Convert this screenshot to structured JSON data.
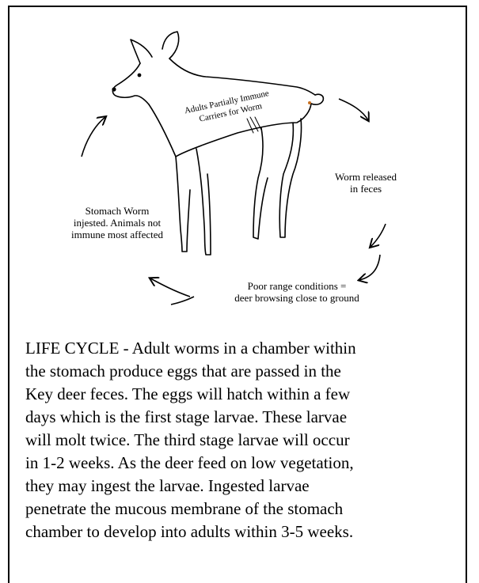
{
  "diagram": {
    "deer_label": [
      "Adults Partially Immune",
      "Carriers for Worm"
    ],
    "stage_released": "Worm released\nin feces",
    "stage_range": "Poor range conditions =\ndeer browsing close to ground",
    "stage_ingested": "Stomach Worm\ninjested.  Animals not\nimmune most affected"
  },
  "caption": {
    "lines": [
      "LIFE CYCLE - Adult worms in a chamber within",
      "the stomach produce eggs that are passed in the",
      "Key deer feces.  The eggs will hatch within a few",
      "days which is the first stage larvae.  These larvae",
      "will molt twice.  The third stage larvae will occur",
      "in 1-2 weeks.  As the deer feed on low vegetation,",
      "they may ingest the larvae.  Ingested larvae",
      "penetrate the mucous membrane of the stomach",
      "chamber to develop into adults within 3-5 weeks."
    ]
  }
}
